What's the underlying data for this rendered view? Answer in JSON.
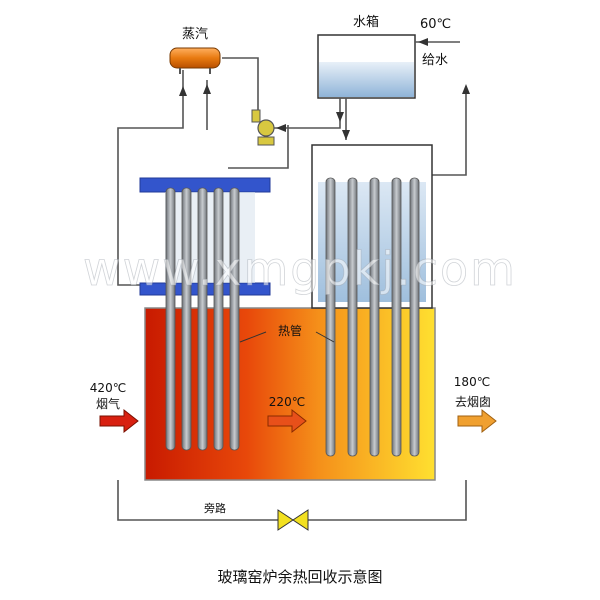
{
  "labels": {
    "steam": "蒸汽",
    "water_tank": "水箱",
    "feed_temp": "60℃",
    "feed_water": "给水",
    "heat_pipe": "热管",
    "inlet_temp": "420℃",
    "inlet_gas": "烟气",
    "mid_temp": "220℃",
    "outlet_temp": "180℃",
    "outlet_gas": "去烟囱",
    "bypass": "旁路",
    "watermark": "www.xmgpkj.com"
  },
  "caption": "玻璃窑炉余热回收示意图",
  "colors": {
    "flue_hot": "#c81a00",
    "flue_mid": "#f07a10",
    "flue_cool": "#ffd21a",
    "tank_water": "#a9c9e4",
    "pipe": "#8a8f94",
    "header_blue": "#3355cc",
    "steam_drum": "#e87a10",
    "arrow_in": "#d82010",
    "arrow_out": "#f0a030"
  }
}
